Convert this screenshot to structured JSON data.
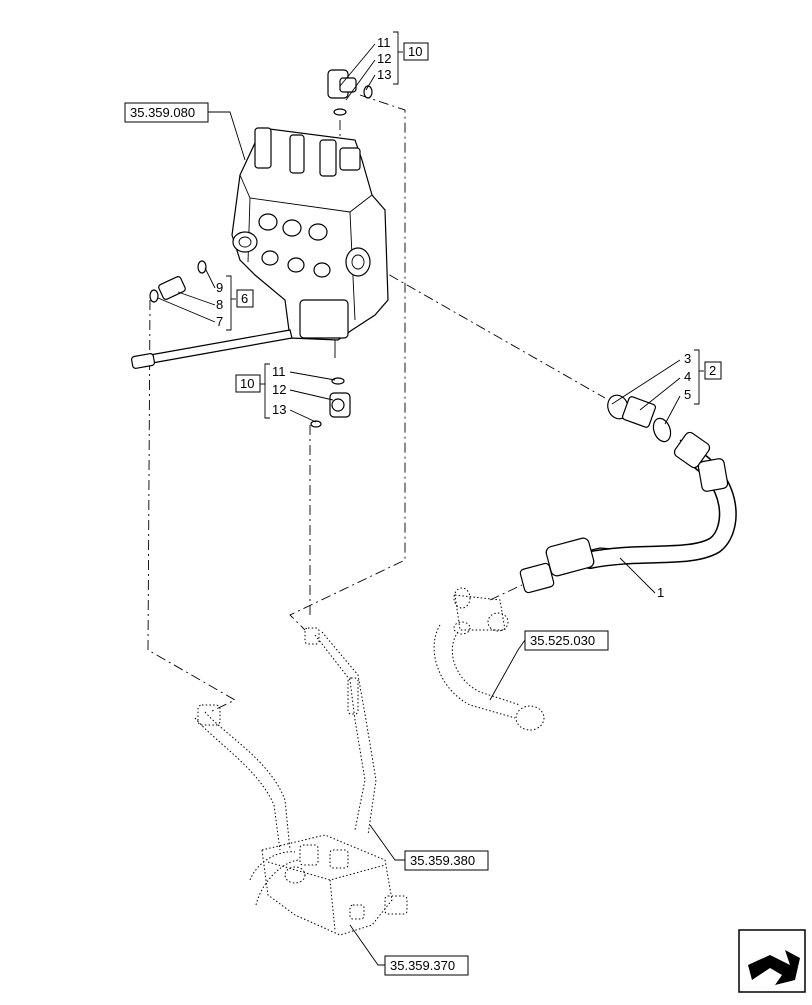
{
  "diagram": {
    "refs": {
      "valve": "35.359.080",
      "tee": "35.525.030",
      "lower_hose": "35.359.380",
      "lower_block": "35.359.370"
    },
    "top_fitting": {
      "items": [
        "11",
        "12",
        "13"
      ],
      "group": "10"
    },
    "left_fitting": {
      "items": [
        "9",
        "8",
        "7"
      ],
      "group": "6"
    },
    "lower_fitting": {
      "items": [
        "11",
        "12",
        "13"
      ],
      "group": "10"
    },
    "right_fitting": {
      "items": [
        "3",
        "4",
        "5"
      ],
      "group": "2"
    },
    "hose_item": "1"
  },
  "nav": {
    "icon": "next-page-arrow-icon"
  }
}
